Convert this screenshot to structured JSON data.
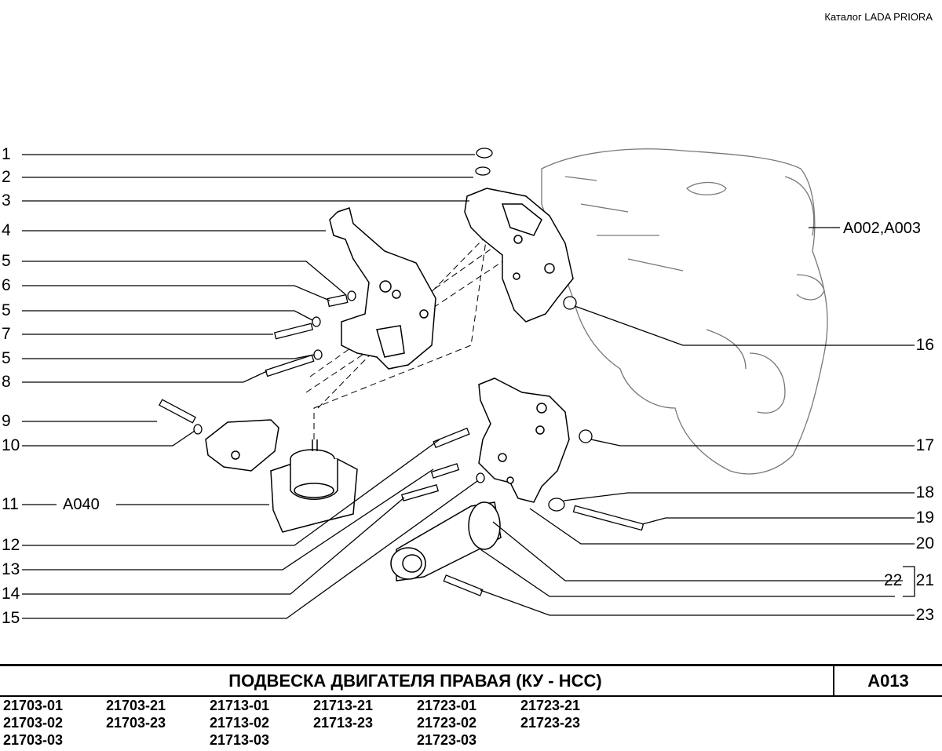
{
  "header": {
    "catalog_label": "Каталог LADA PRIORA"
  },
  "callouts": {
    "left": [
      "1",
      "2",
      "3",
      "4",
      "5",
      "6",
      "5",
      "7",
      "5",
      "8",
      "9",
      "10",
      "11",
      "12",
      "13",
      "14",
      "15"
    ],
    "right": [
      "16",
      "17",
      "18",
      "19",
      "20",
      "22",
      "21",
      "23"
    ]
  },
  "refs": {
    "engine": "A002,A003",
    "mount": "A040"
  },
  "title": {
    "text": "ПОДВЕСКА  ДВИГАТЕЛЯ  ПРАВАЯ (КУ - НСС)",
    "code": "A013"
  },
  "models": [
    [
      "21703-01",
      "21703-02",
      "21703-03"
    ],
    [
      "21703-21",
      "21703-23"
    ],
    [
      "21713-01",
      "21713-02",
      "21713-03"
    ],
    [
      "21713-21",
      "21713-23"
    ],
    [
      "21723-01",
      "21723-02",
      "21723-03"
    ],
    [
      "21723-21",
      "21723-23"
    ]
  ],
  "icons": [
    "engine-outline",
    "bracket",
    "rubber-mount",
    "torque-rod",
    "bolt",
    "nut",
    "washer",
    "bushing"
  ]
}
